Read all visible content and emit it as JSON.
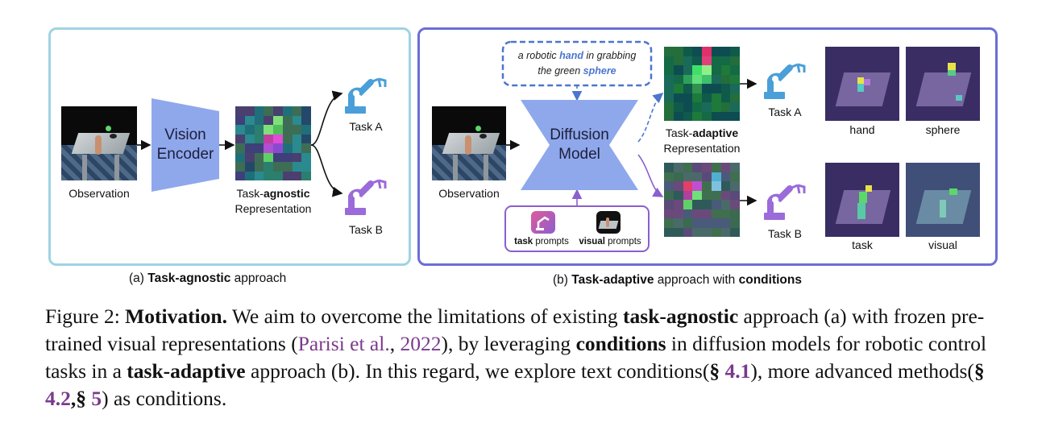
{
  "panel_a": {
    "observation_label": "Observation",
    "encoder_line1": "Vision",
    "encoder_line2": "Encoder",
    "rep_prefix": "Task-",
    "rep_bold": "agnostic",
    "rep_line2": "Representation",
    "task_a": "Task A",
    "task_b": "Task B",
    "caption_prefix": "(a) ",
    "caption_bold": "Task-agnostic",
    "caption_suffix": " approach"
  },
  "panel_b": {
    "observation_label": "Observation",
    "model_line1": "Diffusion",
    "model_line2": "Model",
    "prompt_a": "a robotic ",
    "prompt_hand": "hand",
    "prompt_b": " in grabbing",
    "prompt_c": "the green ",
    "prompt_sphere": "sphere",
    "rep_prefix": "Task-",
    "rep_bold": "adaptive",
    "rep_line2": "Representation",
    "task_a": "Task A",
    "task_b": "Task B",
    "task_prompts_bold": "task",
    "task_prompts_rest": " prompts",
    "visual_prompts_bold": "visual",
    "visual_prompts_rest": " prompts",
    "map_hand": "hand",
    "map_sphere": "sphere",
    "map_task": "task",
    "map_visual": "visual",
    "caption_prefix": "(b) ",
    "caption_bold1": "Task-adaptive",
    "caption_mid": " approach with ",
    "caption_bold2": "conditions"
  },
  "figure_caption": {
    "label": "Figure 2: ",
    "bold_title": "Motivation.",
    "t1": " We aim to overcome the limitations of existing ",
    "b1": "task-agnostic",
    "t2": " approach (a) with frozen pre-trained visual representations (",
    "cite_author": "Parisi et al.",
    "cite_sep": ", ",
    "cite_year": "2022",
    "t3": "), by leveraging ",
    "b2": "conditions",
    "t4": " in diffusion models for robotic control tasks in a ",
    "b3": "task-adaptive",
    "t5": " approach (b). In this regard, we explore text conditions(",
    "ref1_sym": "§ ",
    "ref1": "4.1",
    "t6": "), more advanced methods(",
    "ref2_sym": "§ ",
    "ref2": "4.2",
    "ref_comma": ",",
    "ref3_sym": "§ ",
    "ref3": "5",
    "t7": ") as conditions."
  },
  "colors": {
    "panel_a_border": "#9fd3e3",
    "panel_b_border": "#6b6fd6",
    "block_fill": "#8fa8ec",
    "robot_blue": "#4a9fd8",
    "robot_purple": "#9b6bd9",
    "prompt_highlight": "#4c75d0",
    "citation": "#7a3a8c"
  }
}
